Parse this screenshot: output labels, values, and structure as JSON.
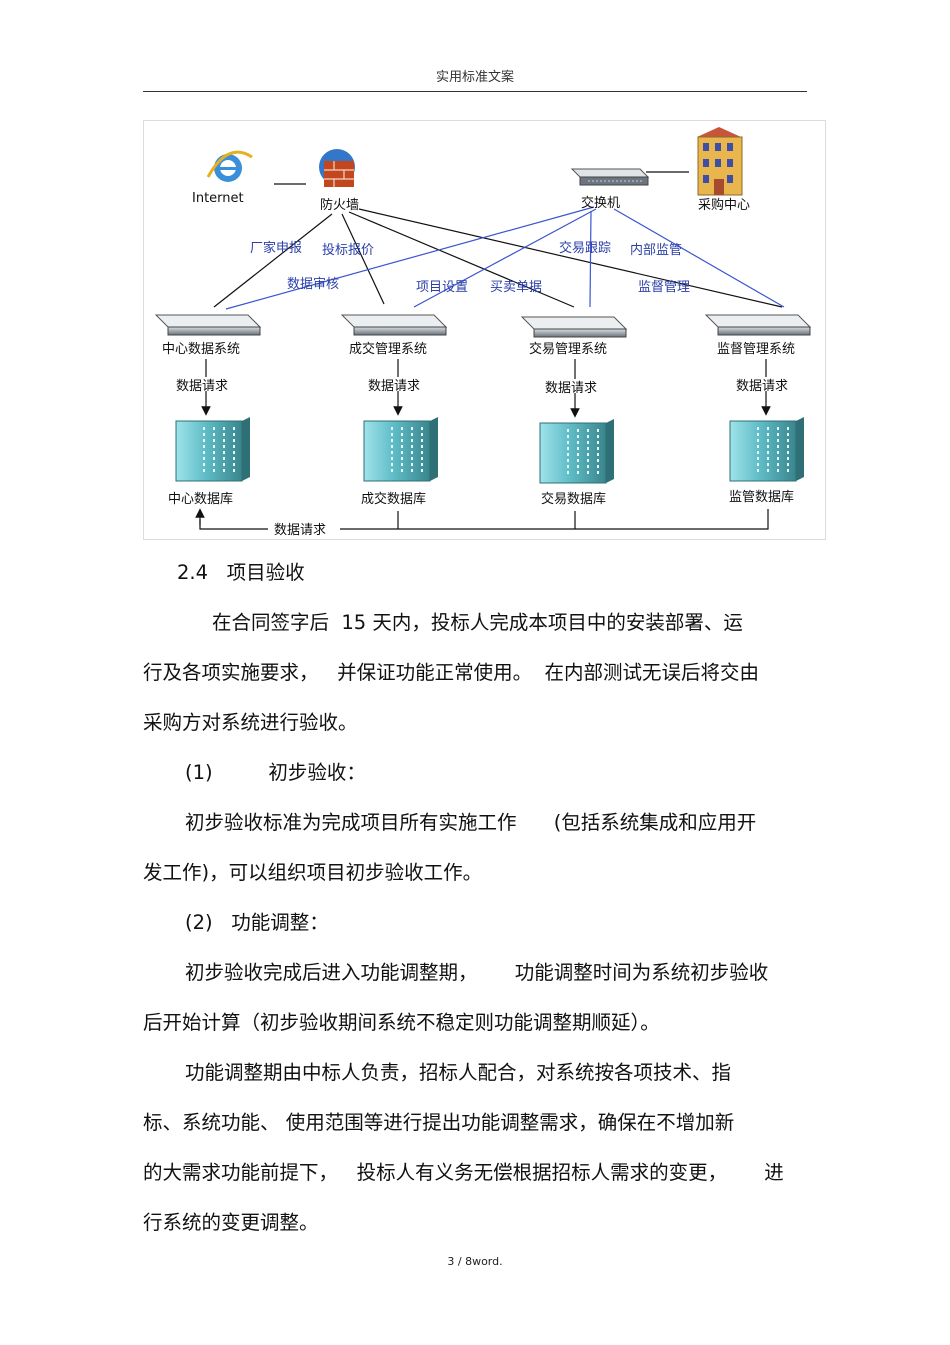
{
  "header": "实用标准文案",
  "diagram": {
    "internet": "Internet",
    "firewall": "防火墙",
    "switch": "交换机",
    "purchase_center": "采购中心",
    "blue_labels": [
      "厂家申报",
      "投标报价",
      "数据审核",
      "项目设置",
      "买卖单据",
      "交易跟踪",
      "内部监管",
      "监督管理"
    ],
    "systems": [
      "中心数据系统",
      "成交管理系统",
      "交易管理系统",
      "监督管理系统"
    ],
    "request_label": "数据请求",
    "databases": [
      "中心数据库",
      "成交数据库",
      "交易数据库",
      "监管数据库"
    ],
    "bottom_request": "数据请求"
  },
  "body": {
    "heading": "2.4   项目验收",
    "lines": [
      "在合同签字后  15 天内，投标人完成本项目中的安装部署、运",
      "行及各项实施要求，   并保证功能正常使用。  在内部测试无误后将交由",
      "采购方对系统进行验收。",
      "(1)         初步验收：",
      "初步验收标准为完成项目所有实施工作      (包括系统集成和应用开",
      "发工作)，可以组织项目初步验收工作。",
      "(2)   功能调整：",
      "初步验收完成后进入功能调整期，      功能调整时间为系统初步验收",
      "后开始计算（初步验收期间系统不稳定则功能调整期顺延）。",
      "功能调整期由中标人负责，招标人配合，对系统按各项技术、指",
      "标、系统功能、 使用范围等进行提出功能调整需求，确保在不增加新",
      "的大需求功能前提下，   投标人有义务无偿根据招标人需求的变更，      进",
      "行系统的变更调整。"
    ]
  },
  "footer": "3 /  8word.",
  "colors": {
    "blue": "#2a3fa8",
    "server_teal": "#7fd0d8",
    "house": "#e8b64c"
  }
}
